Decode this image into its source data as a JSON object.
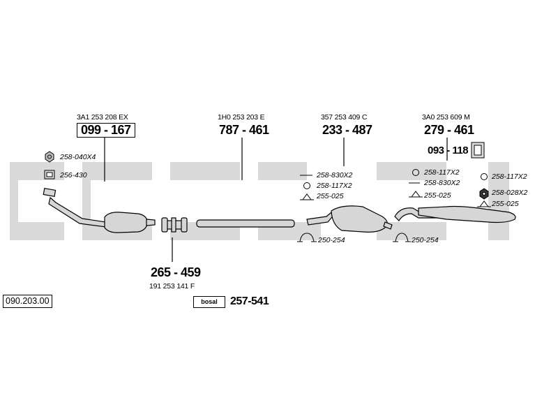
{
  "diagram_ref": "090.203.00",
  "parts": [
    {
      "id": "p1",
      "oem": "3A1 253 208 EX",
      "part": "099 - 167",
      "boxed": true
    },
    {
      "id": "p2",
      "oem": "1H0 253 203 E",
      "part": "787 - 461",
      "boxed": false
    },
    {
      "id": "p3",
      "oem": "357 253 409 C",
      "part": "233 - 487",
      "boxed": false
    },
    {
      "id": "p4",
      "oem": "3A0 253 609 M",
      "part": "279 - 461",
      "boxed": false
    },
    {
      "id": "p5",
      "oem": "191 253 141 F",
      "part": "265 - 459",
      "boxed": false
    }
  ],
  "hanger_part": "093 - 118",
  "accessories": [
    {
      "id": "a1",
      "text": "258-040X4",
      "icon": "nut-icon"
    },
    {
      "id": "a2",
      "text": "256-430",
      "icon": "gasket-icon"
    },
    {
      "id": "a3",
      "text": "258-830X2",
      "icon": "bolt-icon"
    },
    {
      "id": "a4",
      "text": "258-117X2",
      "icon": "washer-icon"
    },
    {
      "id": "a5",
      "text": "255-025",
      "icon": "rubber-mount-icon"
    },
    {
      "id": "a6",
      "text": "250-254",
      "icon": "clamp-icon"
    },
    {
      "id": "a7",
      "text": "258-117X2",
      "icon": "washer-icon"
    },
    {
      "id": "a8",
      "text": "258-830X2",
      "icon": "bolt-icon"
    },
    {
      "id": "a9",
      "text": "255-025",
      "icon": "rubber-mount-icon"
    },
    {
      "id": "a10",
      "text": "250-254",
      "icon": "clamp-icon"
    },
    {
      "id": "a11",
      "text": "258-117X2",
      "icon": "washer-icon"
    },
    {
      "id": "a12",
      "text": "258-028X2",
      "icon": "nut-icon"
    },
    {
      "id": "a13",
      "text": "255-025",
      "icon": "rubber-mount-icon"
    }
  ],
  "brand": {
    "label": "bosal",
    "part": "257-541"
  },
  "colors": {
    "watermark": "#dadada",
    "part_fill": "#d6d6d6",
    "line": "#000000"
  }
}
